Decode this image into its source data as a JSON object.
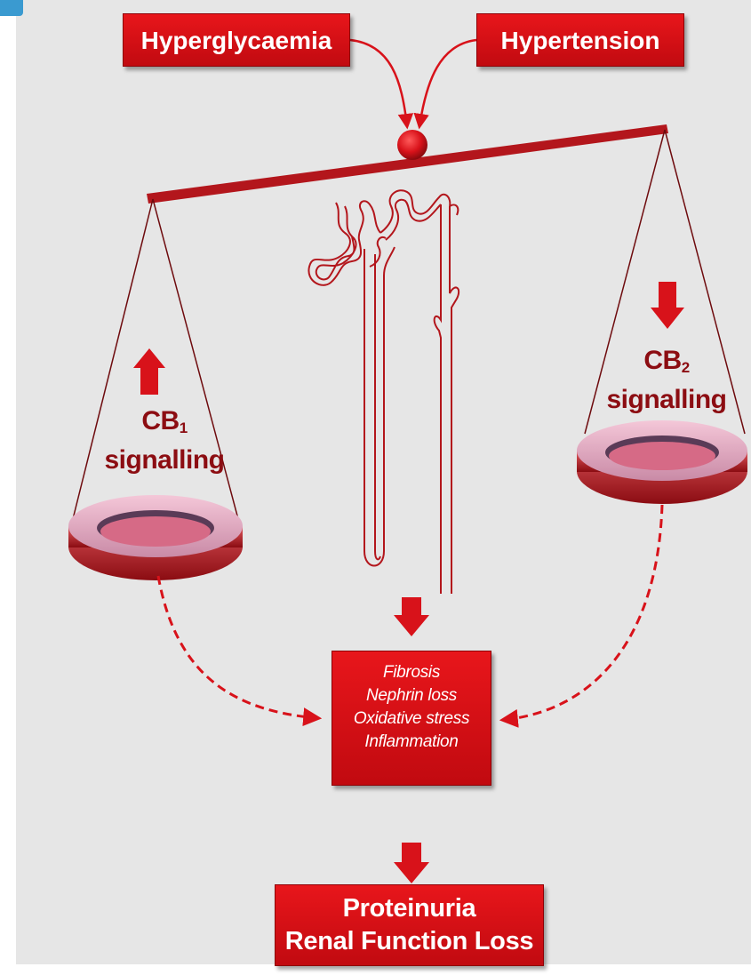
{
  "inputs": {
    "left": "Hyperglycaemia",
    "right": "Hypertension"
  },
  "left_pan": {
    "receptor": "CB",
    "subscript": "1",
    "label": "signalling",
    "direction": "up"
  },
  "right_pan": {
    "receptor": "CB",
    "subscript": "2",
    "label": "signalling",
    "direction": "down"
  },
  "effects": [
    "Fibrosis",
    "Nephrin loss",
    "Oxidative stress",
    "Inflammation"
  ],
  "outcome": [
    "Proteinuria",
    "Renal Function Loss"
  ],
  "colors": {
    "accent_red": "#d8121a",
    "dark_red": "#8c0d12",
    "background": "#e6e6e6"
  }
}
